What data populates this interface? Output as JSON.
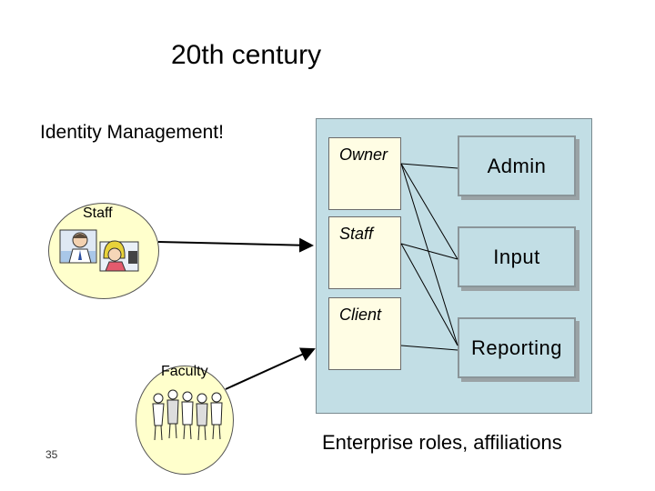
{
  "slide": {
    "title": "20th century",
    "subtitle": "Identity Management!",
    "caption": "Enterprise roles, affiliations",
    "page_number": "35"
  },
  "roles": [
    {
      "label": "Owner"
    },
    {
      "label": "Staff"
    },
    {
      "label": "Client"
    }
  ],
  "permissions": [
    {
      "label": "Admin"
    },
    {
      "label": "Input"
    },
    {
      "label": "Reporting"
    }
  ],
  "groups": {
    "staff": {
      "label": "Staff"
    },
    "faculty": {
      "label": "Faculty"
    }
  },
  "links": [
    {
      "from": "Owner",
      "to": "Admin"
    },
    {
      "from": "Owner",
      "to": "Input"
    },
    {
      "from": "Owner",
      "to": "Reporting"
    },
    {
      "from": "Staff",
      "to": "Input"
    },
    {
      "from": "Staff",
      "to": "Reporting"
    },
    {
      "from": "Client",
      "to": "Reporting"
    }
  ],
  "colors": {
    "panel": "#c2dee5",
    "role_box": "#fffde4",
    "group_circle": "#ffffcc"
  }
}
